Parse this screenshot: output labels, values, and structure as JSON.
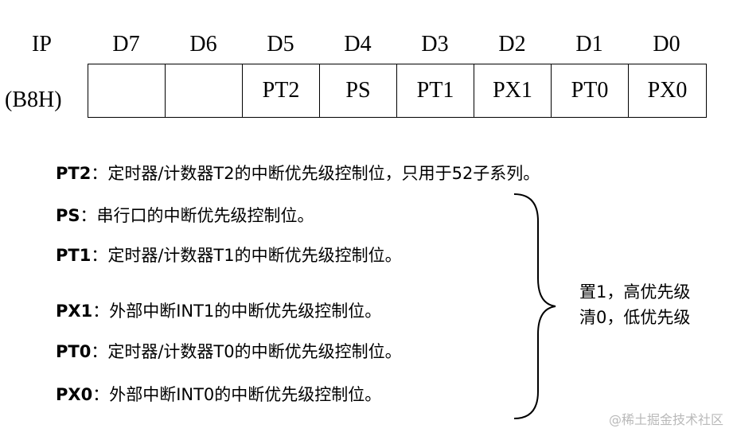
{
  "register": {
    "name": "IP",
    "address": "(B8H)",
    "bit_headers": [
      "D7",
      "D6",
      "D5",
      "D4",
      "D3",
      "D2",
      "D1",
      "D0"
    ],
    "bits": [
      "",
      "",
      "PT2",
      "PS",
      "PT1",
      "PX1",
      "PT0",
      "PX0"
    ]
  },
  "descriptions": [
    {
      "key": "PT2",
      "sep": "：",
      "text": "定时器/计数器T2的中断优先级控制位，只用于52子系列。"
    },
    {
      "key": "PS",
      "sep": "：",
      "text": "串行口的中断优先级控制位。"
    },
    {
      "key": "PT1",
      "sep": "：",
      "text": "定时器/计数器T1的中断优先级控制位。"
    },
    {
      "key": "PX1",
      "sep": "：",
      "text": "外部中断INT1的中断优先级控制位。"
    },
    {
      "key": "PT0",
      "sep": "：",
      "text": "定时器/计数器T0的中断优先级控制位。"
    },
    {
      "key": "PX0",
      "sep": "：",
      "text": "外部中断INT0的中断优先级控制位。"
    }
  ],
  "note": {
    "line1": "置1，高优先级",
    "line2": "清0，低优先级"
  },
  "watermark": "@稀土掘金技术社区"
}
